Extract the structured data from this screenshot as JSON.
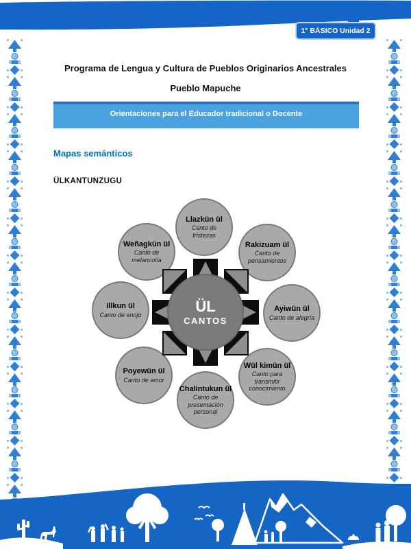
{
  "header": {
    "badge": "1° BÁSICO Unidad 2"
  },
  "titles": {
    "program": "Programa de Lengua y Cultura de Pueblos Originarios Ancestrales",
    "pueblo": "Pueblo Mapuche",
    "banner": "Orientaciones para el Educador tradicional o Docente"
  },
  "section": {
    "heading": "Mapas semánticos",
    "map_title": "ÜLKANTUNZUGU"
  },
  "diagram": {
    "center": {
      "title": "ÜL",
      "subtitle": "CANTOS"
    },
    "nodes": [
      {
        "position": "top",
        "title": "Llazkün ül",
        "subtitle": "Canto de tristezas"
      },
      {
        "position": "top-left",
        "title": "Weñagkün ül",
        "subtitle": "Canto de melancolía"
      },
      {
        "position": "top-right",
        "title": "Rakizuam ül",
        "subtitle": "Canto de pensamientos"
      },
      {
        "position": "left",
        "title": "Illkun ül",
        "subtitle": "Canto de enojo"
      },
      {
        "position": "right",
        "title": "Ayiwün ül",
        "subtitle": "Canto de alegría"
      },
      {
        "position": "bottom-left",
        "title": "Poyewün ül",
        "subtitle": "Canto de amor"
      },
      {
        "position": "bottom-right",
        "title": "Wül kimün ül",
        "subtitle": "Canto para transmitir conocimiento"
      },
      {
        "position": "bottom",
        "title": "Chalintukun ül",
        "subtitle": "Canto de presentación personal"
      }
    ]
  },
  "icons": {
    "side_border": "mapuche-geometric-pattern",
    "arrows": "outward-arrow-squares",
    "footer": "landscape-silhouette"
  },
  "colors": {
    "header_blue": "#1565c8",
    "banner_blue": "#4aa3dc",
    "banner_border_blue": "#2e75b6",
    "heading_blue": "#0070c0",
    "node_gray": "#a9a9a9",
    "center_gray": "#7b7b7b",
    "arrow_black": "#0d0d0d",
    "arrow_gray": "#8f8f8f",
    "pattern_blue": "#2f80d2",
    "pattern_light_blue": "#8ec2ec"
  }
}
